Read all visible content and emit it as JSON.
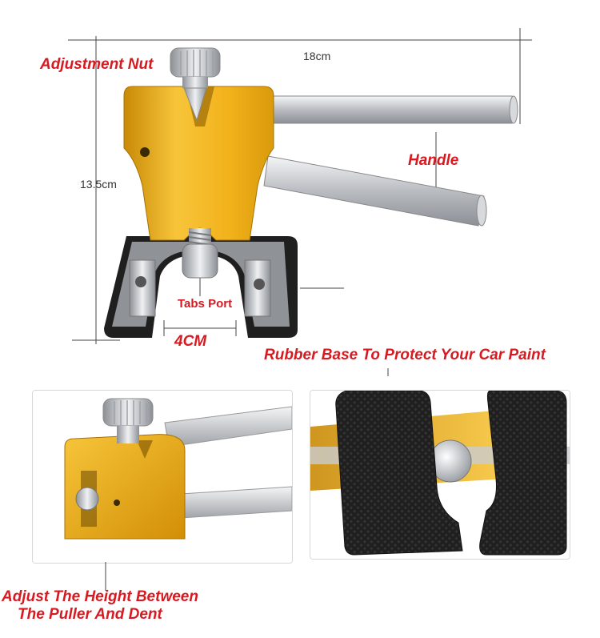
{
  "labels": {
    "adjustment_nut": "Adjustment Nut",
    "width_dim": "18cm",
    "height_dim": "13.5cm",
    "handle": "Handle",
    "tabs_port": "Tabs Port",
    "base_width": "4CM",
    "rubber_base": "Rubber Base To Protect Your Car Paint",
    "adjust_line1": "Adjust The Height Between",
    "adjust_line2": "The Puller And Dent"
  },
  "colors": {
    "accent_red": "#d71920",
    "gold": "#f2b21b",
    "gold_dark": "#c98a06",
    "steel": "#c9ccd0",
    "rubber": "#1f1f1f"
  },
  "icons": {
    "product": "dent-puller-photo",
    "detail_left": "puller-closeup-photo",
    "detail_right": "rubber-base-closeup-photo"
  }
}
